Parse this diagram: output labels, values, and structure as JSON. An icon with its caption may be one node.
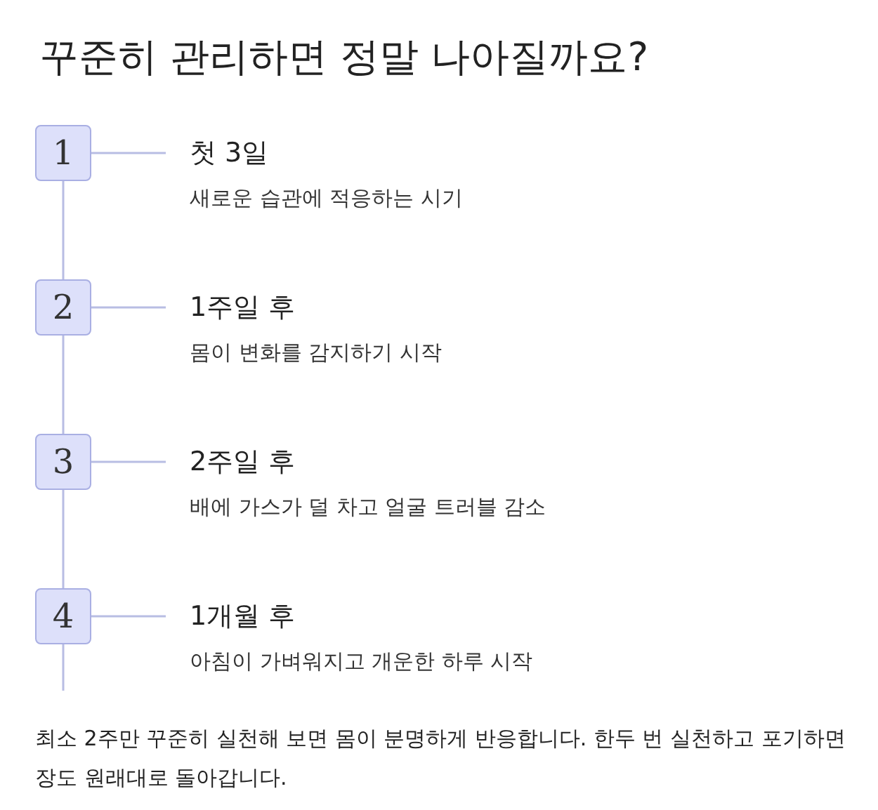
{
  "diagram": {
    "title": "꾸준히 관리하면 정말 나아질까요?",
    "nodes": [
      {
        "text": [
          "1"
        ]
      },
      {
        "text": [
          "첫 3일",
          "새로운 습관에 적응하는 시기"
        ]
      },
      {
        "text": [
          "2"
        ]
      },
      {
        "text": [
          "1주일 후",
          "몸이 변화를 감지하기 시작"
        ]
      },
      {
        "text": [
          "3"
        ]
      },
      {
        "text": [
          "2주일 후",
          "배에 가스가 덜 차고 얼굴 트러블 감소"
        ]
      },
      {
        "text": [
          "4"
        ]
      },
      {
        "text": [
          "1개월 후",
          "아침이 가벼워지고 개운한 하루 시작"
        ]
      }
    ],
    "edges": [
      {
        "from": 0,
        "to": 1,
        "arrow": "none"
      },
      {
        "from": 2,
        "to": 3,
        "arrow": "none"
      },
      {
        "from": 4,
        "to": 5,
        "arrow": "none"
      },
      {
        "from": 6,
        "to": 7,
        "arrow": "none"
      },
      {
        "from": 0,
        "to": 2,
        "arrow": "none"
      },
      {
        "from": 2,
        "to": 4,
        "arrow": "none"
      },
      {
        "from": 4,
        "to": 6,
        "arrow": "none"
      },
      {
        "from": 6,
        "to": null,
        "arrow": "none"
      }
    ],
    "caption": "최소 2주만 꾸준히 실천해 보면 몸이 분명하게 반응합니다. 한두 번 실천하고 포기하면 장도 원래대로 돌아갑니다."
  }
}
